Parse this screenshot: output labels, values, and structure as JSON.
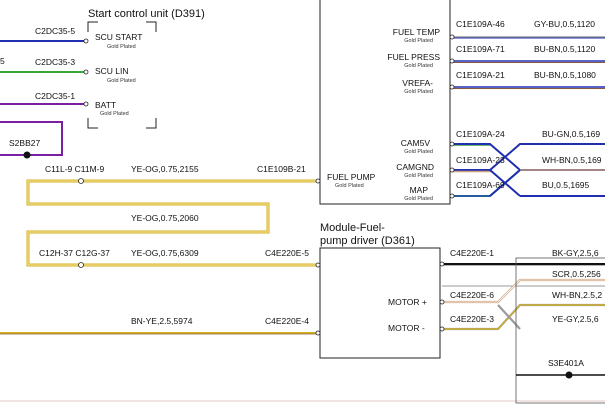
{
  "scu": {
    "title": "Start control unit (D391)",
    "pins": [
      {
        "name": "SCU START",
        "sub": "Gold Plated",
        "conn": "C2DC35-5"
      },
      {
        "name": "SCU LIN",
        "sub": "Gold Plated",
        "conn": "C2DC35-3"
      },
      {
        "name": "BATT",
        "sub": "Gold Plated",
        "conn": "C2DC35-1"
      }
    ],
    "left_fragment": "5"
  },
  "splice_left": "S2BB27",
  "pcm": {
    "pins": [
      {
        "name": "FUEL TEMP",
        "sub": "Gold Plated",
        "conn": "C1E109A-46",
        "wire": "GY-BU,0.5,1120"
      },
      {
        "name": "FUEL PRESS",
        "sub": "Gold Plated",
        "conn": "C1E109A-71",
        "wire": "BU-BN,0.5,1120"
      },
      {
        "name": "VREFA-",
        "sub": "Gold Plated",
        "conn": "C1E109A-21",
        "wire": "BU-BN,0.5,1080"
      },
      {
        "name": "CAM5V",
        "sub": "Gold Plated",
        "conn": "C1E109A-24",
        "wire": "BU-GN,0.5,169"
      },
      {
        "name": "CAMGND",
        "sub": "Gold Plated",
        "conn": "C1E109A-23",
        "wire": "WH-BN,0.5,169"
      },
      {
        "name": "MAP",
        "sub": "Gold Plated",
        "conn": "C1E109A-69",
        "wire": "BU,0.5,1695"
      },
      {
        "name": "FUEL PUMP",
        "sub": "Gold Plated",
        "conn": "C1E109B-21"
      }
    ]
  },
  "fuel_pump_circuit": {
    "inline1": "C11L-9 C11M-9",
    "wire1": "YE-OG,0.75,2155",
    "wire2": "YE-OG,0.75,2060",
    "inline2": "C12H-37 C12G-37",
    "wire3": "YE-OG,0.75,6309"
  },
  "module": {
    "title_line1": "Module-Fuel-",
    "title_line2": "pump driver (D361)",
    "conns": [
      {
        "conn": "C4E220E-5"
      },
      {
        "conn": "C4E220E-1",
        "wire": "BK-GY,2.5,6"
      },
      {
        "conn": "",
        "wire": "SCR,0.5,256"
      },
      {
        "conn": "C4E220E-6",
        "name": "MOTOR +",
        "wire": "WH-BN,2.5,2"
      },
      {
        "conn": "C4E220E-3",
        "name": "MOTOR -",
        "wire": "YE-GY,2.5,6"
      },
      {
        "conn": "C4E220E-4",
        "wire": "BN-YE,2.5,5974"
      }
    ]
  },
  "splice_right": "S3E401A",
  "colors": {
    "yellow": "#d6b21c",
    "yellow_inner": "#f5e7a8",
    "green": "#3aa63a",
    "purple": "#7a1fa2",
    "blue": "#1f2fb0",
    "teal": "#2a8a8a",
    "tan": "#cda27a",
    "grey": "#9a9a9a"
  }
}
